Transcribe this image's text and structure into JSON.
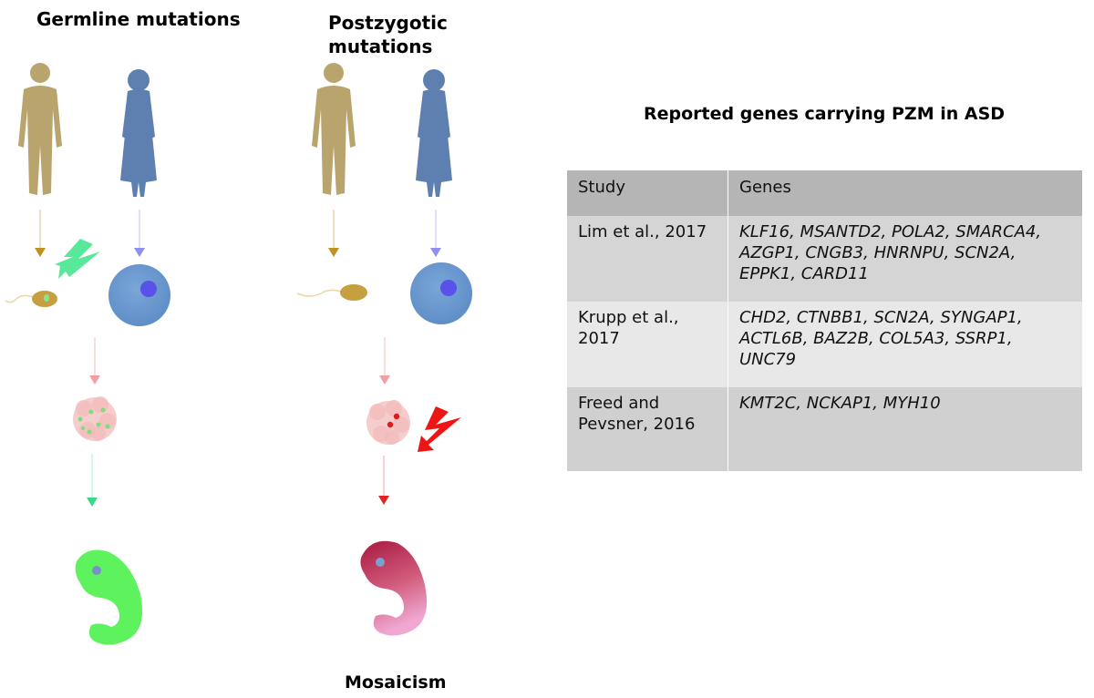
{
  "headings": {
    "germline": "Germline mutations",
    "postzygotic": "Postzygotic mutations",
    "mosaicism": "Mosaicism"
  },
  "table": {
    "title": "Reported genes carrying PZM in ASD",
    "columns": [
      "Study",
      "Genes"
    ],
    "rows": [
      {
        "study": "Lim et al., 2017",
        "genes": "KLF16, MSANTD2, POLA2, SMARCA4, AZGP1, CNGB3, HNRNPU, SCN2A, EPPK1, CARD11"
      },
      {
        "study": "Krupp et al., 2017",
        "genes": "CHD2, CTNBB1, SCN2A, SYNGAP1, ACTL6B, BAZ2B, COL5A3, SSRP1, UNC79"
      },
      {
        "study": "Freed and Pevsner, 2016",
        "genes": "KMT2C, NCKAP1, MYH10"
      }
    ]
  },
  "colors": {
    "male": "#b9a46e",
    "female": "#5e80b0",
    "sperm": "#c6a040",
    "egg": "#6b9ad0",
    "nucleus": "#5a52e8",
    "lightning_germline": "#58e89a",
    "lightning_postzygotic": "#ee1515",
    "embryo_germline": "#5ef25e",
    "embryo_mosaic": "#b51c48",
    "embryo_mosaic_light": "#ee9cc8",
    "morula": "#f6cdcd",
    "arrow_male": "#c09020",
    "arrow_female": "#8f8fee",
    "arrow_pink": "#f0a0a0"
  }
}
